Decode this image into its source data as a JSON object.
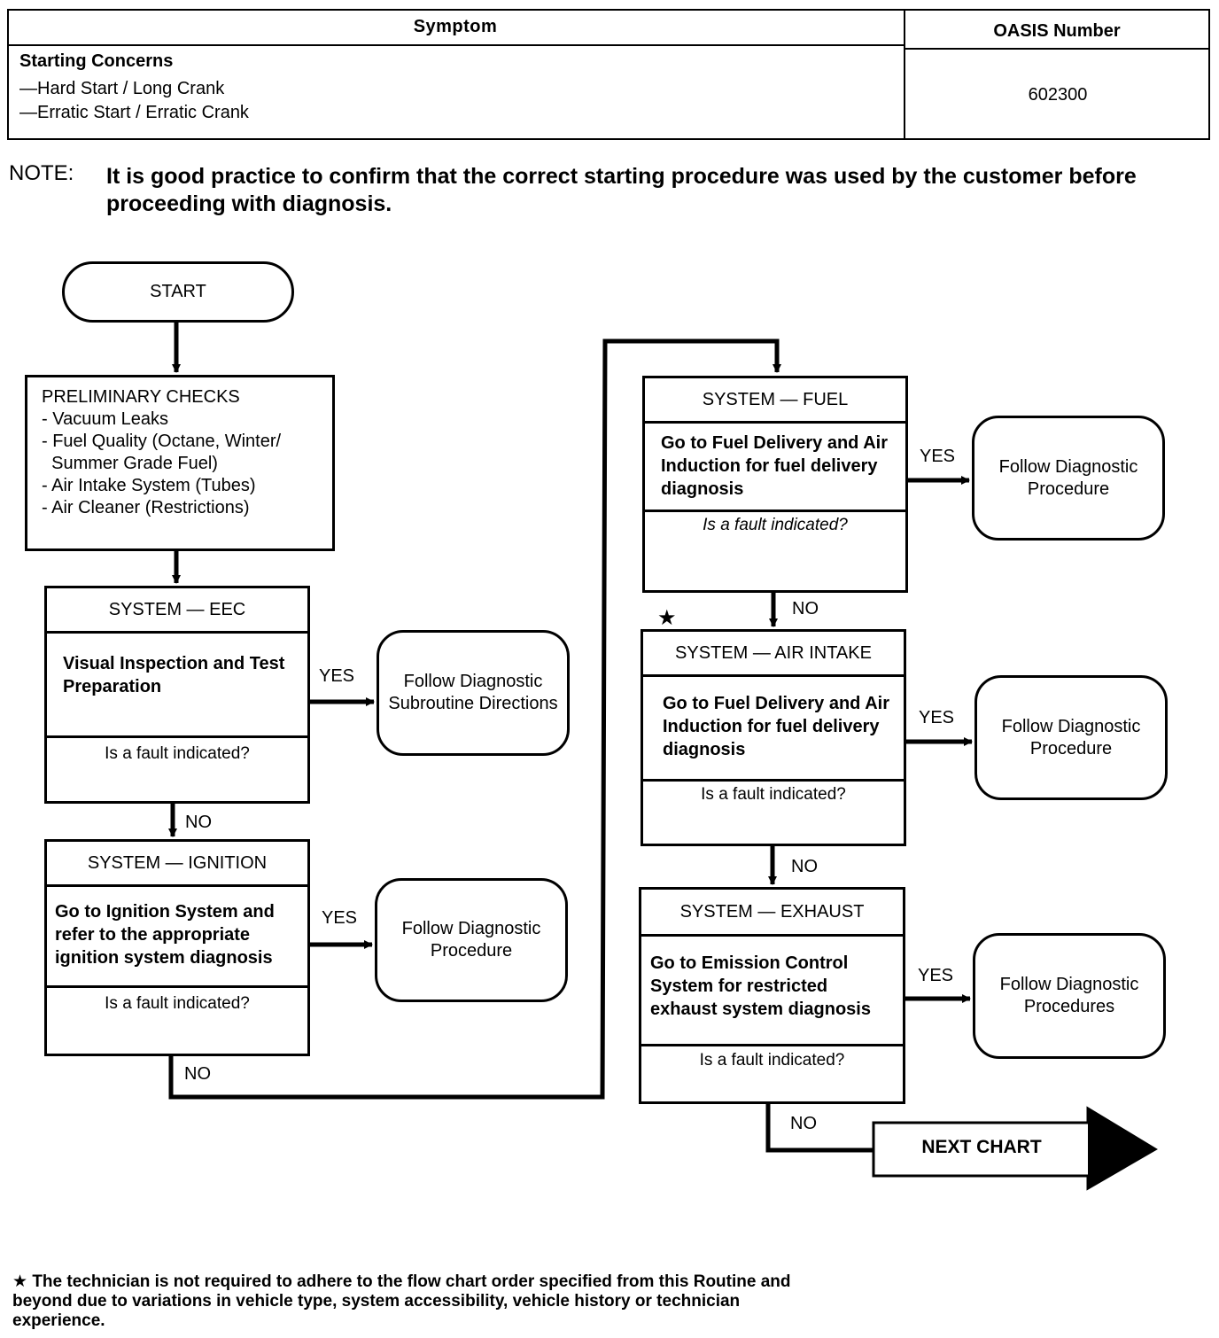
{
  "table": {
    "symptom_header": "Symptom",
    "oasis_header": "OASIS Number",
    "symptom_title": "Starting Concerns",
    "symptom_line1": "—Hard Start / Long Crank",
    "symptom_line2": "—Erratic Start / Erratic Crank",
    "oasis_value": "602300"
  },
  "note": {
    "label": "NOTE:",
    "text": "It is good practice to confirm that the correct starting procedure was used by the customer before proceeding with diagnosis."
  },
  "flow": {
    "start": "START",
    "prelim": {
      "title": "PRELIMINARY CHECKS",
      "items": [
        "- Vacuum Leaks",
        "- Fuel Quality (Octane, Winter/",
        "  Summer Grade Fuel)",
        "- Air Intake System (Tubes)",
        "- Air Cleaner (Restrictions)"
      ]
    },
    "eec": {
      "head": "SYSTEM — EEC",
      "body": "Visual Inspection and Test Preparation",
      "question": "Is a fault indicated?",
      "yes_target": "Follow Diagnostic Subroutine Directions"
    },
    "ignition": {
      "head": "SYSTEM — IGNITION",
      "body": "Go to Ignition System and refer to the appropriate ignition system diagnosis",
      "question": "Is a fault indicated?",
      "yes_target": "Follow Diagnostic Procedure"
    },
    "fuel": {
      "head": "SYSTEM — FUEL",
      "body": "Go to Fuel Delivery and Air Induction for fuel delivery diagnosis",
      "question": "Is a fault indicated?",
      "yes_target": "Follow Diagnostic Procedure"
    },
    "air": {
      "head": "SYSTEM — AIR INTAKE",
      "body": "Go to Fuel Delivery and Air Induction for fuel delivery diagnosis",
      "question": "Is a fault indicated?",
      "yes_target": "Follow Diagnostic Procedure"
    },
    "exhaust": {
      "head": "SYSTEM — EXHAUST",
      "body": "Go to Emission Control System for restricted exhaust system diagnosis",
      "question": "Is a fault indicated?",
      "yes_target": "Follow Diagnostic Procedures"
    },
    "yes": "YES",
    "no": "NO",
    "next": "NEXT CHART",
    "star": "★"
  },
  "footnote": {
    "star": "★",
    "text": "The technician is not required to adhere to the flow chart order specified from this Routine and beyond due to variations in vehicle type, system accessibility, vehicle history or technician experience."
  }
}
